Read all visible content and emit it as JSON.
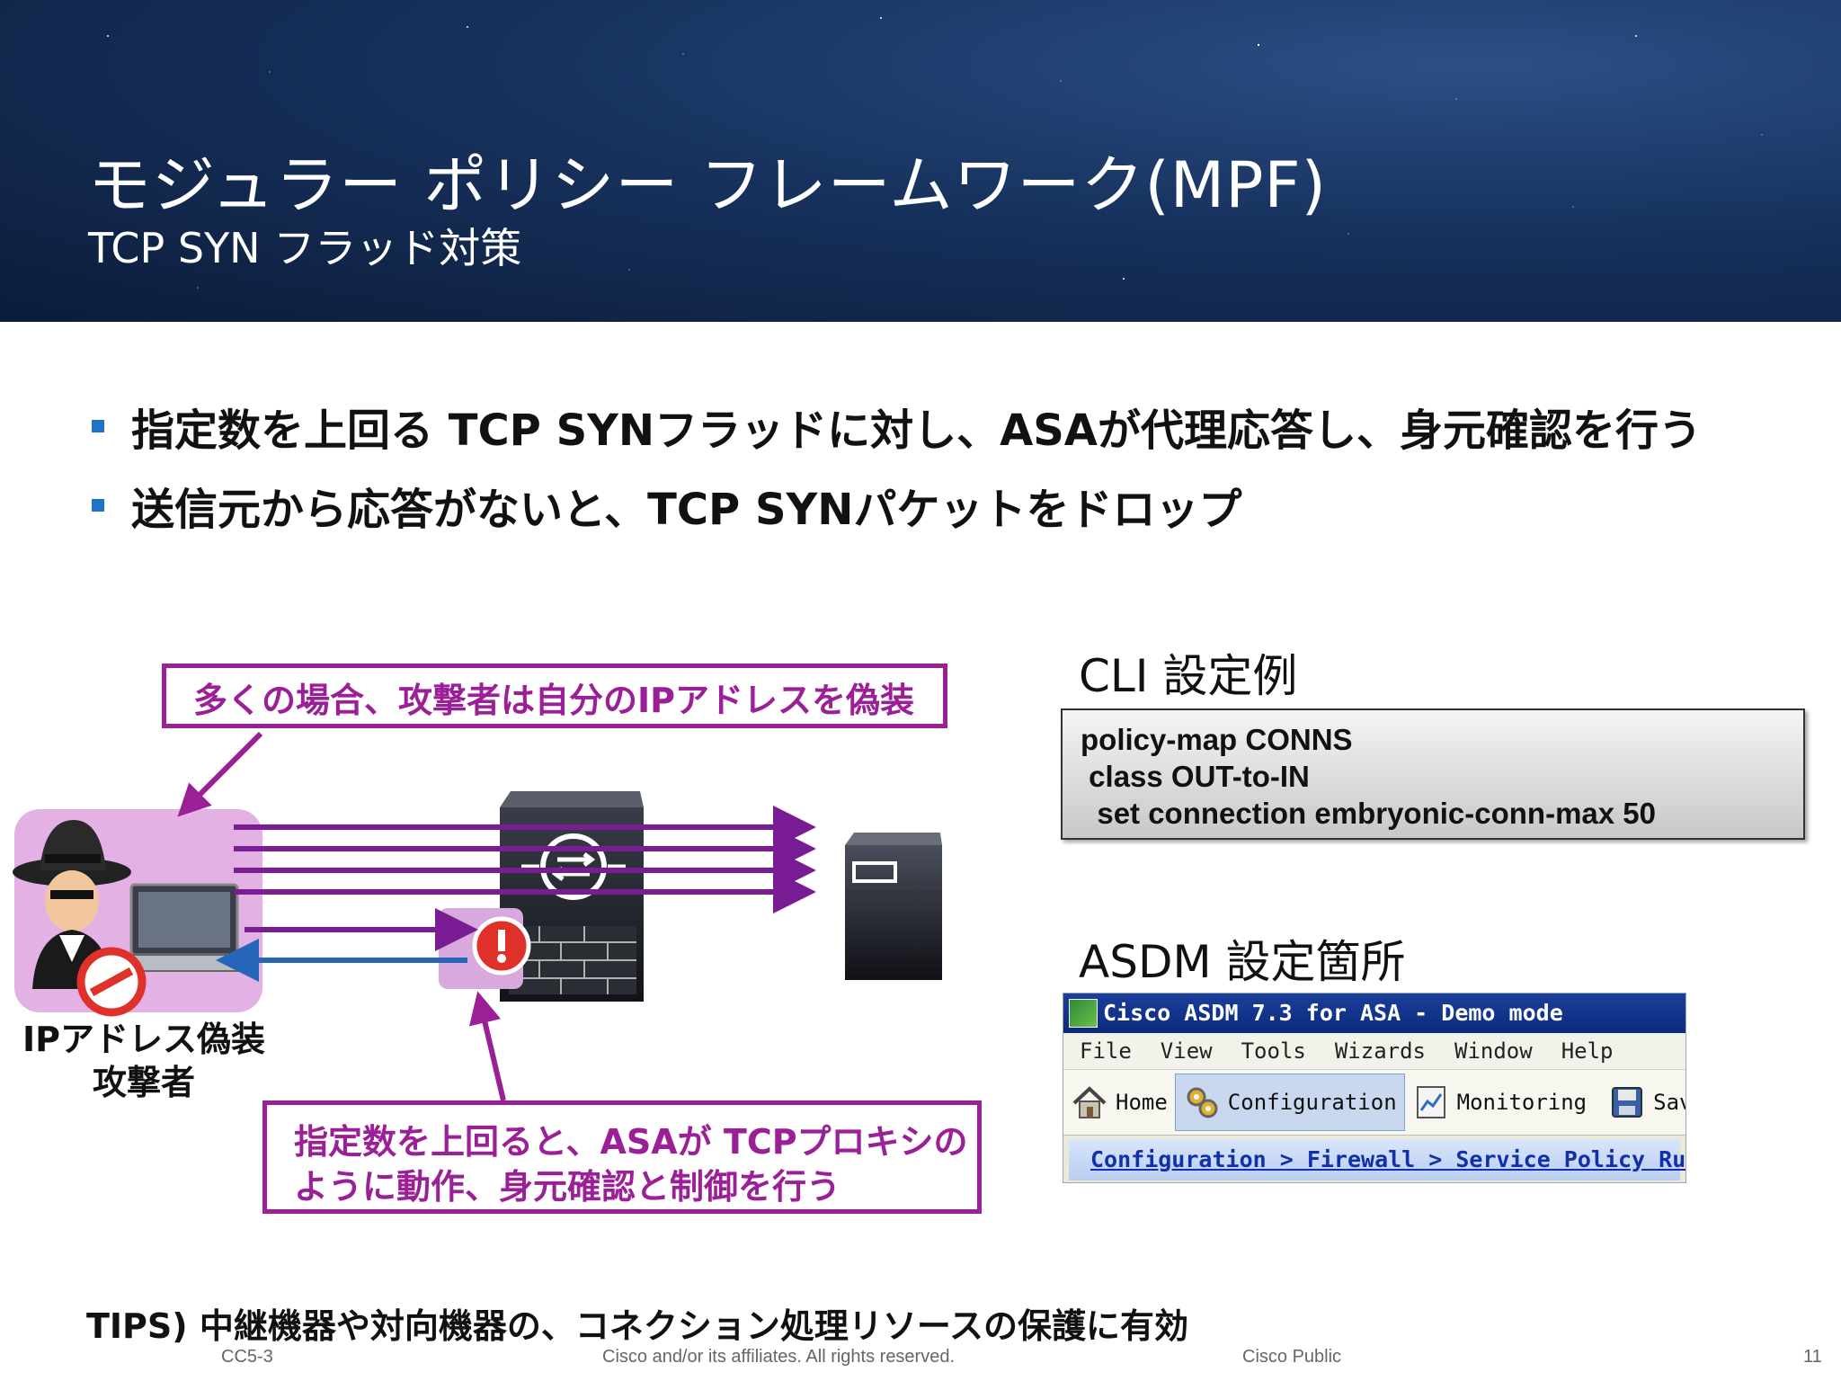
{
  "header": {
    "title": "モジュラー ポリシー フレームワーク(MPF)",
    "subtitle": "TCP SYN フラッド対策"
  },
  "bullets": [
    "指定数を上回る TCP SYNフラッドに対し、ASAが代理応答し、身元確認を行う",
    "送信元から応答がないと、TCP SYNパケットをドロップ"
  ],
  "diagram": {
    "callout_top": "多くの場合、攻撃者は自分のIPアドレスを偽装",
    "callout_bottom": [
      "指定数を上回ると、ASAが TCPプロキシの",
      "ように動作、身元確認と制御を行う"
    ],
    "attacker_label": [
      "IPアドレス偽装",
      "攻撃者"
    ],
    "accent_color": "#9b1f97",
    "arrow_color": "#7a1c93",
    "return_arrow_color": "#2566b8"
  },
  "cli": {
    "heading": "CLI 設定例",
    "lines": [
      "policy-map CONNS",
      " class OUT-to-IN",
      "  set connection embryonic-conn-max 50"
    ]
  },
  "asdm": {
    "heading": "ASDM 設定箇所",
    "window_title": "Cisco ASDM 7.3 for ASA - Demo mode",
    "menu": [
      "File",
      "View",
      "Tools",
      "Wizards",
      "Window",
      "Help"
    ],
    "toolbar": [
      "Home",
      "Configuration",
      "Monitoring",
      "Save"
    ],
    "breadcrumb": "Configuration > Firewall > Service Policy Rules"
  },
  "tips": "TIPS) 中継機器や対向機器の、コネクション処理リソースの保護に有効",
  "footer": {
    "left": "CC5-3",
    "center": "Cisco and/or its affiliates. All rights reserved.",
    "right": "Cisco Public",
    "page": "11"
  }
}
